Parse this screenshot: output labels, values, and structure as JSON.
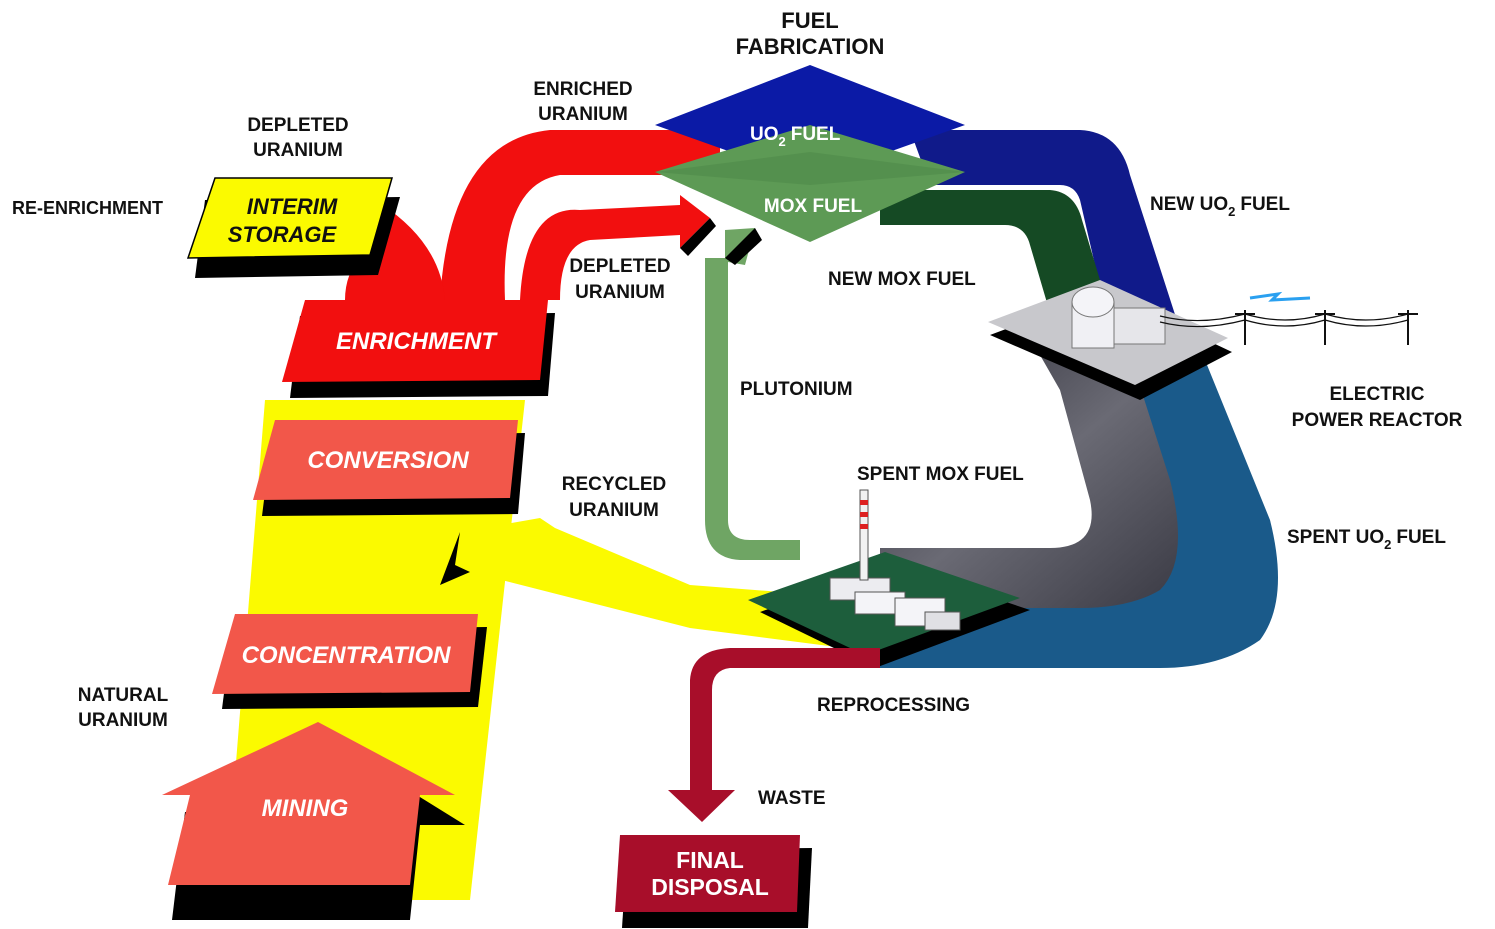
{
  "title_line1": "FUEL",
  "title_line2": "FABRICATION",
  "uo2_fuel": "UO",
  "uo2_fuel_suffix": "FUEL",
  "mox_fuel": "MOX FUEL",
  "enriched_line1": "ENRICHED",
  "enriched_line2": "URANIUM",
  "depleted_top_line1": "DEPLETED",
  "depleted_top_line2": "URANIUM",
  "re_enrichment": "RE-ENRICHMENT",
  "interim_line1": "INTERIM",
  "interim_line2": "STORAGE",
  "depleted_mid_line1": "DEPLETED",
  "depleted_mid_line2": "URANIUM",
  "new_mox_fuel": "NEW MOX FUEL",
  "new_uo2_prefix": "NEW UO",
  "new_uo2_suffix": "FUEL",
  "enrichment": "ENRICHMENT",
  "conversion": "CONVERSION",
  "concentration": "CONCENTRATION",
  "mining": "MINING",
  "plutonium": "PLUTONIUM",
  "electric_line1": "ELECTRIC",
  "electric_line2": "POWER REACTOR",
  "recycled_line1": "RECYCLED",
  "recycled_line2": "URANIUM",
  "spent_mox_fuel": "SPENT MOX FUEL",
  "spent_uo2_prefix": "SPENT UO",
  "spent_uo2_suffix": "FUEL",
  "natural_line1": "NATURAL",
  "natural_line2": "URANIUM",
  "reprocessing": "REPROCESSING",
  "waste": "WASTE",
  "final_line1": "FINAL",
  "final_line2": "DISPOSAL",
  "subscript_2": "2",
  "colors": {
    "red": "#f20f0f",
    "salmon": "#f2574a",
    "yellow": "#fbfa00",
    "blue": "#0b1aa6",
    "navy": "#101a8a",
    "mox_green": "#5d9a55",
    "dark_green": "#154a24",
    "plutonium_green": "#6fa564",
    "steel_blue": "#1a5a8a",
    "gray": "#4d4d58",
    "maroon": "#a80e2a",
    "reprocessing_pad": "#1d5e3c"
  }
}
